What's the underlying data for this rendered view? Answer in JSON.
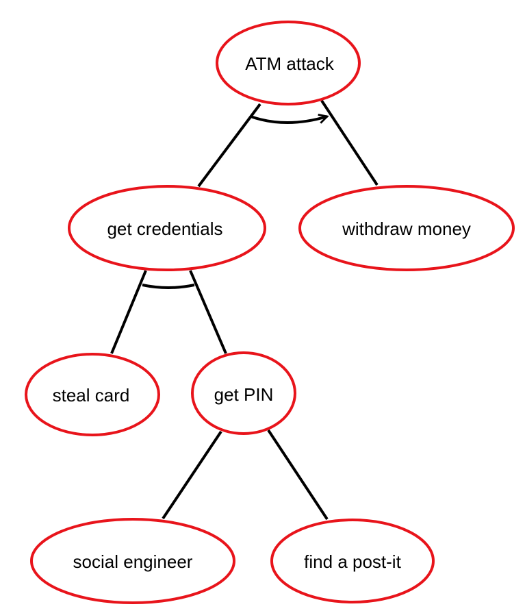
{
  "diagram": {
    "nodes": {
      "root": {
        "label": "ATM attack"
      },
      "get_credentials": {
        "label": "get credentials"
      },
      "withdraw_money": {
        "label": "withdraw money"
      },
      "steal_card": {
        "label": "steal card"
      },
      "get_pin": {
        "label": "get PIN"
      },
      "social_engineer": {
        "label": "social engineer"
      },
      "find_post_it": {
        "label": "find a post-it"
      }
    },
    "colors": {
      "node_border": "#e8141b",
      "edge": "#000000",
      "background": "#ffffff"
    }
  }
}
